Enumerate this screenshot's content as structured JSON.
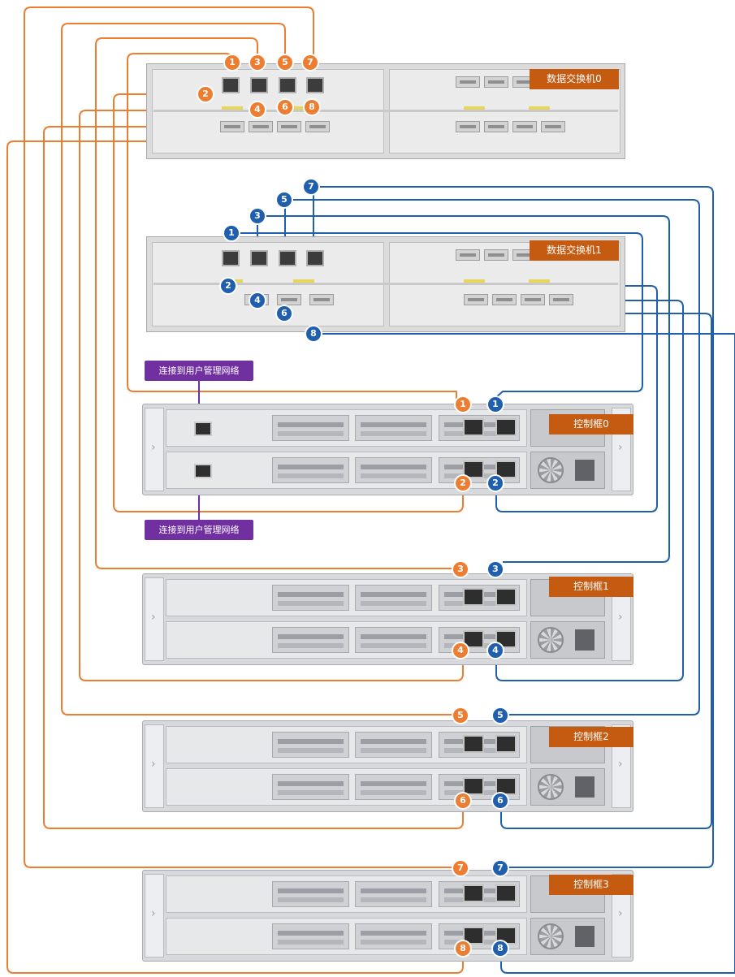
{
  "switches": [
    {
      "label": "数据交换机0"
    },
    {
      "label": "数据交换机1"
    }
  ],
  "controllers": [
    {
      "label": "控制框0"
    },
    {
      "label": "控制框1"
    },
    {
      "label": "控制框2"
    },
    {
      "label": "控制框3"
    }
  ],
  "mgmt_labels": [
    "连接到用户管理网络",
    "连接到用户管理网络"
  ],
  "port_numbers": [
    "1",
    "2",
    "3",
    "4",
    "5",
    "6",
    "7",
    "8"
  ],
  "colors": {
    "switch0_cable": "#ed7d31",
    "switch1_cable": "#1f5fad",
    "mgmt_cable": "#7030a0",
    "label_bg": "#c55a11"
  }
}
